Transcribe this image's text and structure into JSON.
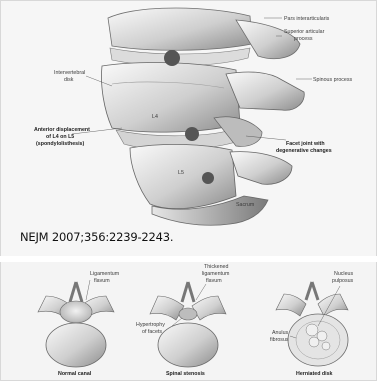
{
  "figure": {
    "citation": "NEJM 2007;356:2239-2243.",
    "top_labels": {
      "pars": "Pars interarticularis",
      "superior_1": "Superior articular",
      "superior_2": "process",
      "spinous": "Spinous process",
      "disk_1": "Intervertebral",
      "disk_2": "disk",
      "l4": "L4",
      "l5": "L5",
      "antdisp_1": "Anterior displacement",
      "antdisp_2": "of L4 on L5",
      "antdisp_3": "(spondylolisthesis)",
      "facet_1": "Facet joint with",
      "facet_2": "degenerative changes",
      "sacrum": "Sacrum"
    },
    "bottom_labels": {
      "lig_1": "Ligamentum",
      "lig_2": "flavum",
      "thick_1": "Thickened",
      "thick_2": "ligamentum",
      "thick_3": "flavum",
      "hyper_1": "Hypertrophy",
      "hyper_2": "of facets",
      "nucleus_1": "Nucleus",
      "nucleus_2": "pulposus",
      "anulus_1": "Anulus",
      "anulus_2": "fibrosus"
    },
    "captions": {
      "normal": "Normal canal",
      "stenosis": "Spinal stenosis",
      "herniated": "Herniated disk"
    }
  }
}
